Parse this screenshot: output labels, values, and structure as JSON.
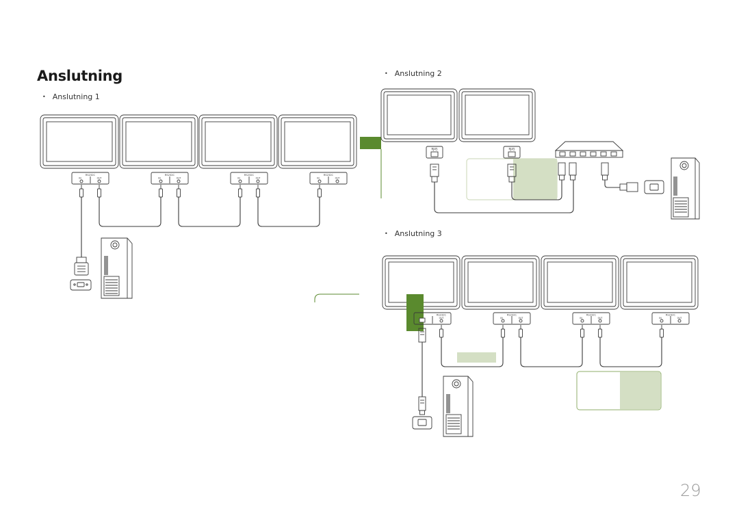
{
  "page": {
    "title": "Anslutning",
    "number": "29"
  },
  "sections": [
    {
      "label": "Anslutning 1"
    },
    {
      "label": "Anslutning 2"
    },
    {
      "label": "Anslutning 3"
    }
  ],
  "ports": {
    "rs232c": "RS232C",
    "in": "IN",
    "out": "OUT",
    "rj45": "RJ45"
  },
  "colors": {
    "accent_green": "#5a8a2e",
    "highlight_green": "#d4dfc4",
    "line": "#3a3a3a"
  }
}
